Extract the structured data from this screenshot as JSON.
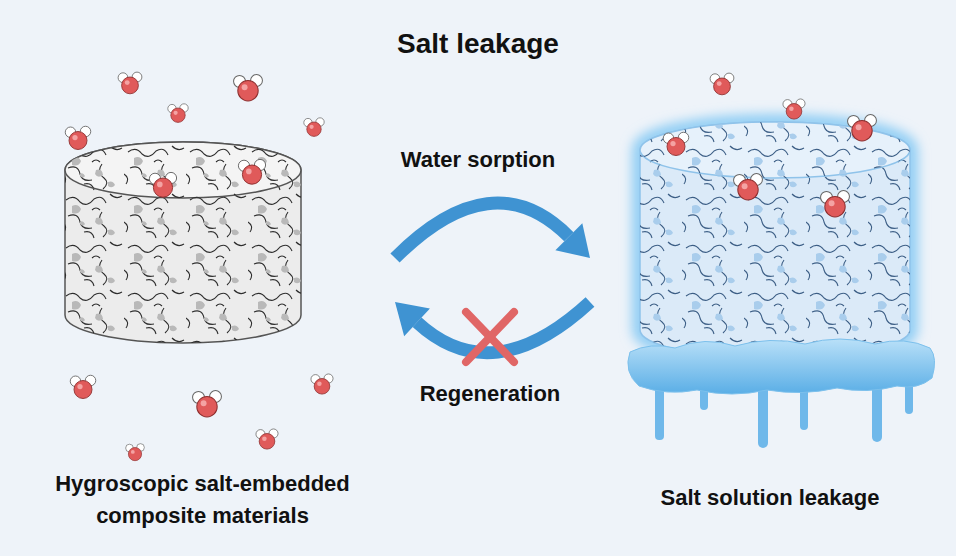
{
  "diagram": {
    "title": "Salt leakage",
    "nodes": [
      {
        "text": [
          "Hygroscopic salt-embedded composite materials"
        ]
      },
      {
        "text": [
          "Salt solution leakage"
        ]
      }
    ],
    "edges": [
      {
        "from": 0,
        "to": 1,
        "label": "Water sorption",
        "arrow": "to"
      },
      {
        "from": 1,
        "to": 0,
        "label": "Regeneration",
        "arrow": "to"
      }
    ]
  }
}
